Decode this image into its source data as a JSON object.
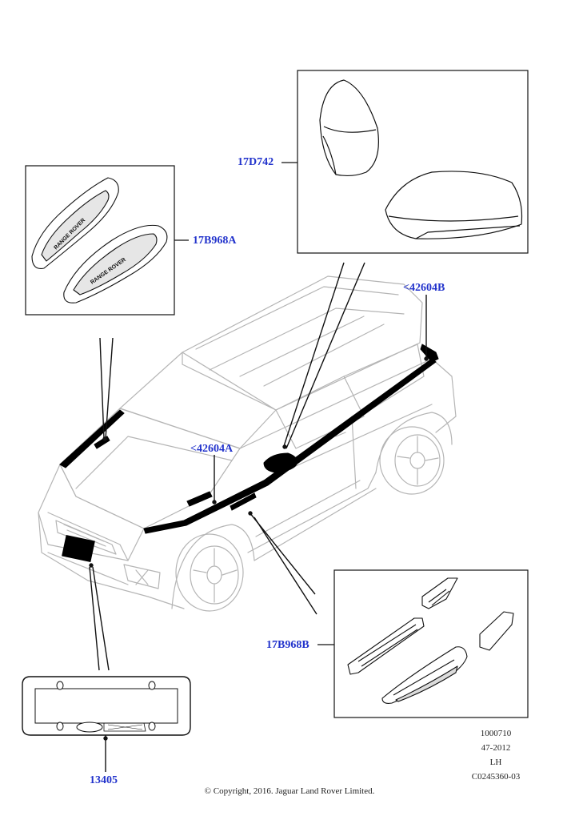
{
  "callouts": {
    "mirror_caps": "17D742",
    "bonnet_vents": "17B968A",
    "roof_finisher": "<42604B",
    "bonnet_finisher": "<42604A",
    "side_vents": "17B968B",
    "plate_surround": "13405"
  },
  "brand_text": "RANGE ROVER",
  "meta": {
    "line1": "1000710",
    "line2": "47-2012",
    "line3": "LH",
    "line4": "C0245360-03"
  },
  "copyright": "© Copyright, 2016. Jaguar Land Rover Limited.",
  "colors": {
    "callout_text": "#2233cc",
    "line_art": "#111111",
    "ghost_line": "#b5b5b5",
    "highlight_fill": "#000000"
  }
}
